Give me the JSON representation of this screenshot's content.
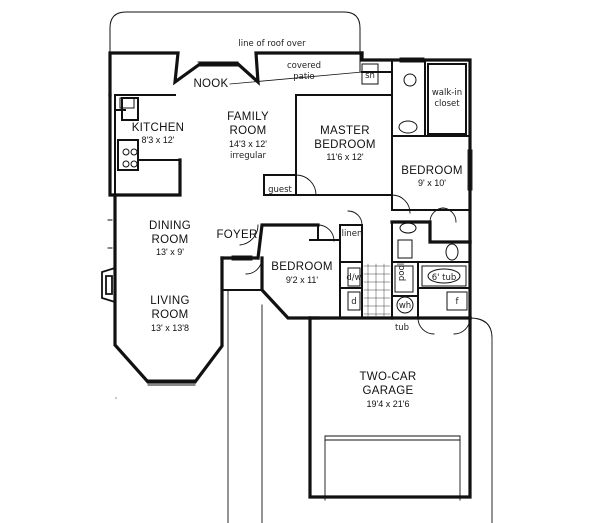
{
  "labels": {
    "roof_note": "line of roof over",
    "covered_patio_1": "covered",
    "covered_patio_2": "patio",
    "nook": "NOOK",
    "family_1": "FAMILY",
    "family_2": "ROOM",
    "family_dim": "14'3 x 12'",
    "family_note": "irregular",
    "kitchen": "KITCHEN",
    "kitchen_dim": "8'3 x 12'",
    "master_1": "MASTER",
    "master_2": "BEDROOM",
    "master_dim": "11'6 x 12'",
    "sh": "sh",
    "walkin_1": "walk-in",
    "walkin_2": "closet",
    "bedroom2": "BEDROOM",
    "bedroom2_dim": "9' x 10'",
    "dining_1": "DINING",
    "dining_2": "ROOM",
    "dining_dim": "13' x 9'",
    "foyer": "FOYER",
    "linen": "linen",
    "guest": "guest",
    "bedroom3": "BEDROOM",
    "bedroom3_dim": "9'2 x 11'",
    "pool": "pool",
    "tub6": "6' tub",
    "dw": "d/w",
    "dryer": "d",
    "wh": "wh",
    "f": "f",
    "tub": "tub",
    "living_1": "LIVING",
    "living_2": "ROOM",
    "living_dim": "13' x 13'8",
    "garage_1": "TWO-CAR",
    "garage_2": "GARAGE",
    "garage_dim": "19'4 x 21'6"
  }
}
